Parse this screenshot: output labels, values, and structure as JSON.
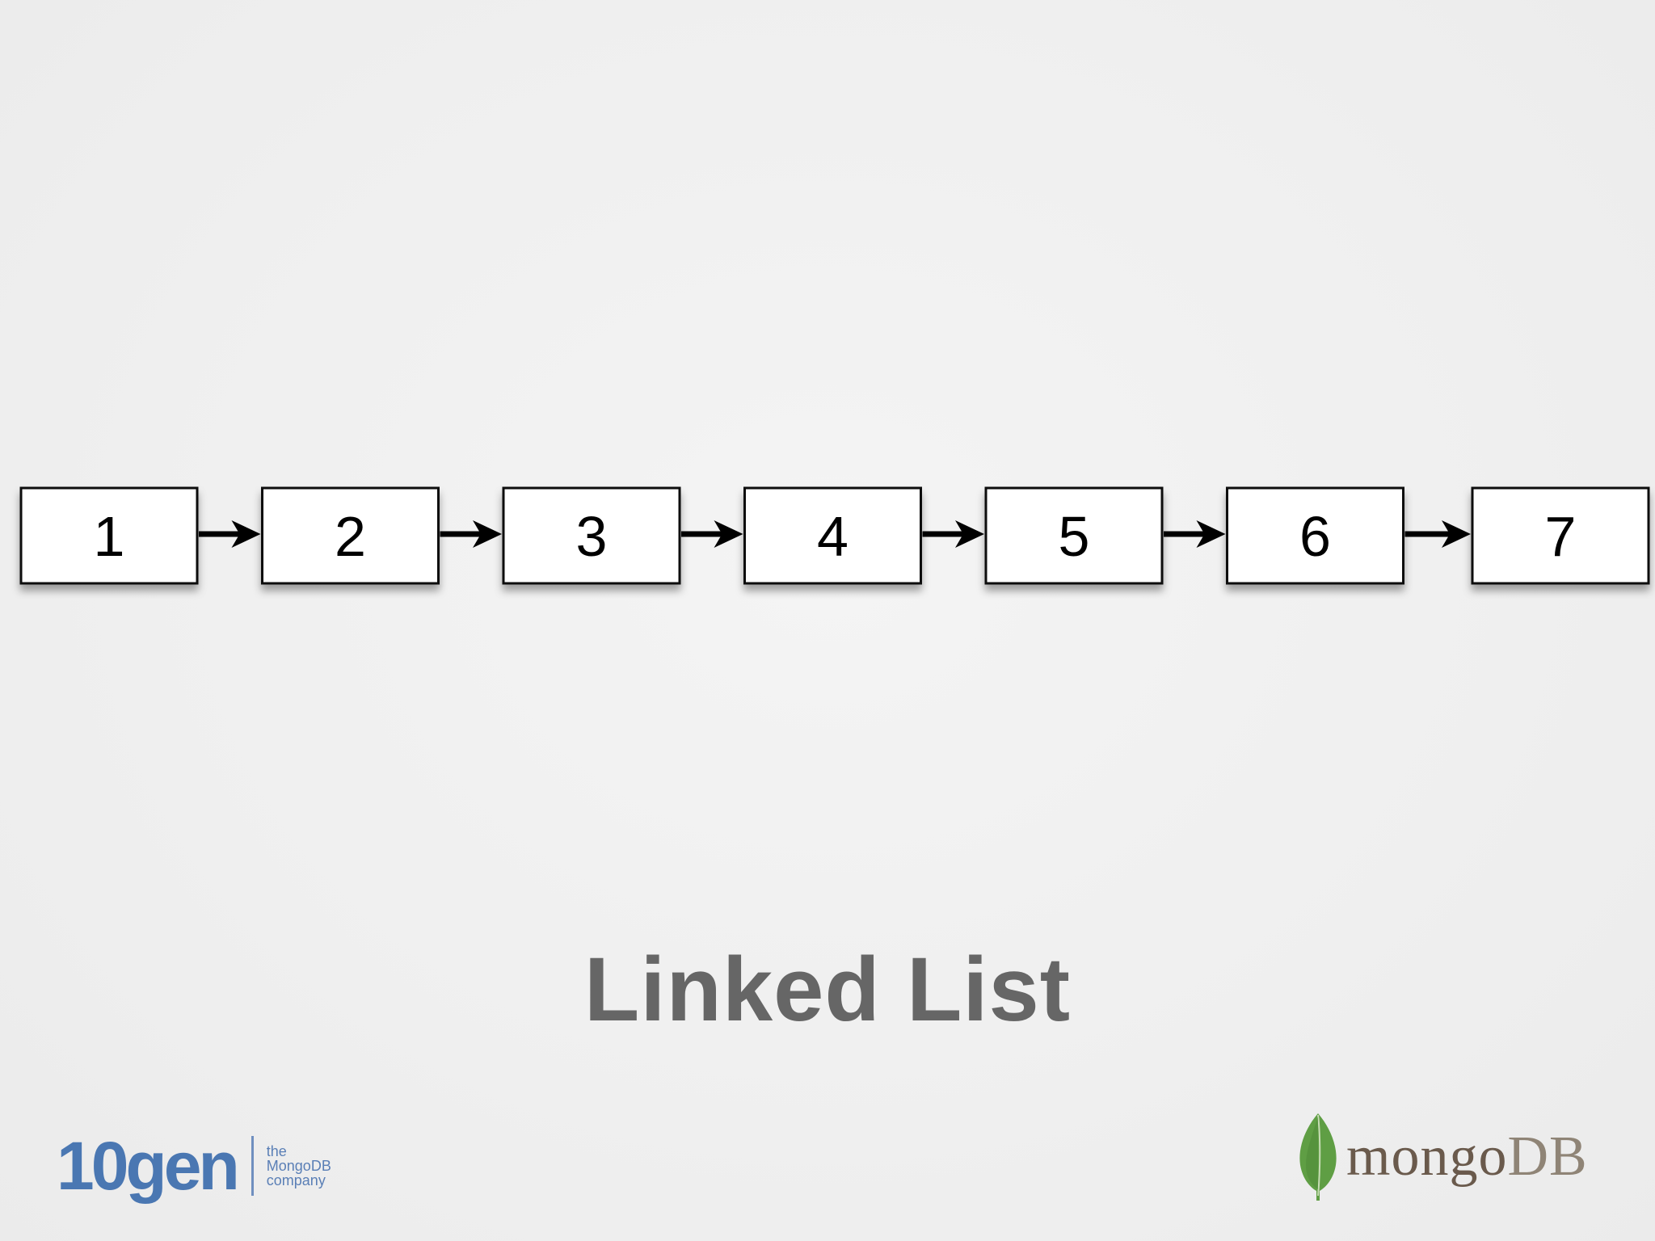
{
  "diagram": {
    "type": "linked-list",
    "nodes": [
      "1",
      "2",
      "3",
      "4",
      "5",
      "6",
      "7"
    ]
  },
  "slide": {
    "title": "Linked List"
  },
  "logos": {
    "left": {
      "wordmark": "10gen",
      "tagline": [
        "the",
        "MongoDB",
        "company"
      ]
    },
    "right": {
      "wordmark_prefix": "mongo",
      "wordmark_suffix": "DB"
    }
  },
  "colors": {
    "title": "#666666",
    "brand_10gen": "#4a77b2",
    "leaf_green": "#5f9e44"
  }
}
